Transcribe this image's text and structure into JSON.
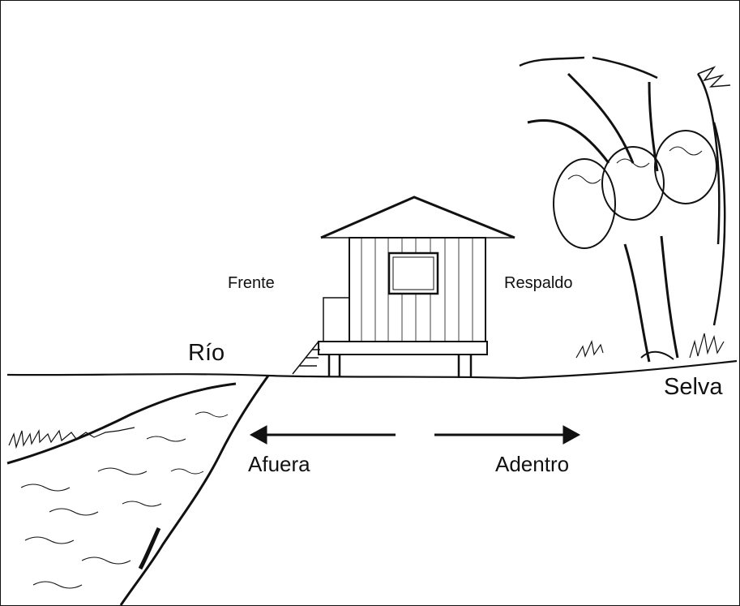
{
  "labels": {
    "frente": "Frente",
    "respaldo": "Respaldo",
    "rio": "Río",
    "selva": "Selva",
    "afuera": "Afuera",
    "adentro": "Adentro"
  },
  "colors": {
    "ink": "#111111",
    "background": "#ffffff"
  }
}
